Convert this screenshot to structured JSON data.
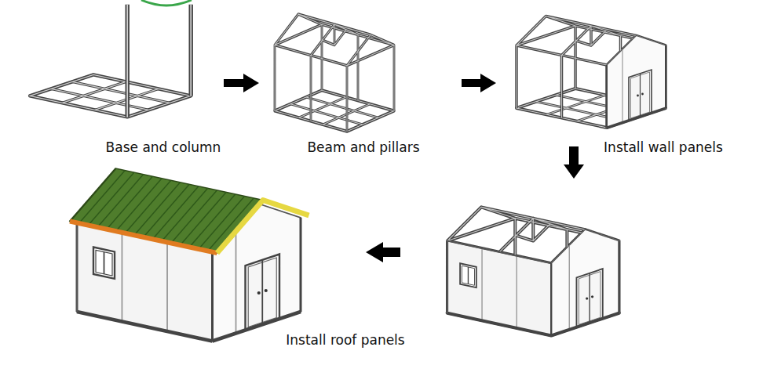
{
  "diagram": {
    "nodes": [
      {
        "text": [
          "Base and column"
        ]
      },
      {
        "text": [
          "Beam and pillars"
        ]
      },
      {
        "text": [
          "Install wall panels"
        ]
      },
      {
        "text": [
          "Install roof panels"
        ]
      }
    ],
    "edges": [
      {
        "from": 0,
        "to": 1,
        "arrow": "to"
      },
      {
        "from": 1,
        "to": 2,
        "arrow": "to"
      }
    ]
  }
}
